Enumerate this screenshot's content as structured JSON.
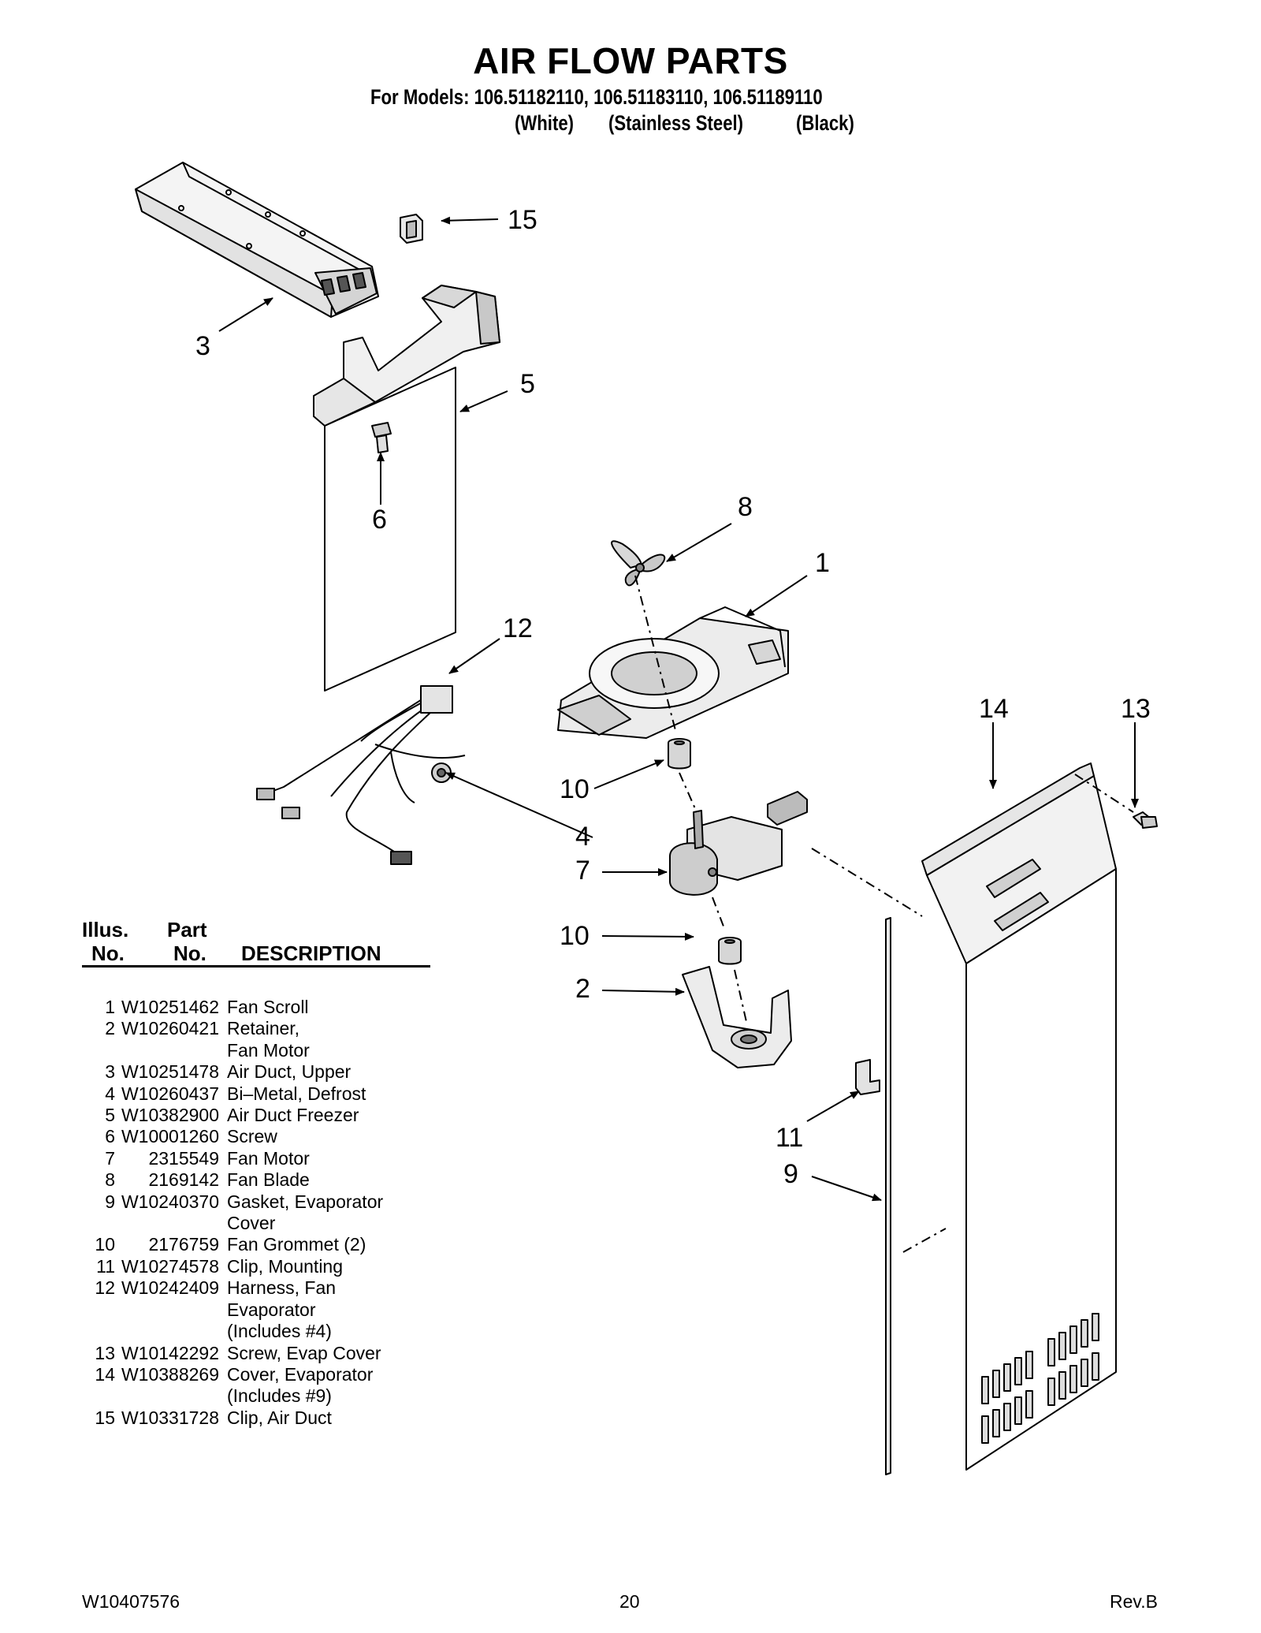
{
  "title": "AIR FLOW PARTS",
  "subtitle": "For Models: 106.51182110, 106.51183110, 106.51189110",
  "variants": [
    "(White)",
    "(Stainless Steel)",
    "(Black)"
  ],
  "callouts": [
    "1",
    "2",
    "3",
    "4",
    "5",
    "6",
    "7",
    "8",
    "9",
    "10",
    "10",
    "11",
    "12",
    "13",
    "14",
    "15"
  ],
  "table": {
    "headers": {
      "illus_top": "Illus.",
      "illus_bottom": "No.",
      "part_top": "Part",
      "part_bottom": "No.",
      "description": "DESCRIPTION"
    },
    "rows": [
      {
        "no": "1",
        "part": "W10251462",
        "desc": [
          "Fan Scroll"
        ]
      },
      {
        "no": "2",
        "part": "W10260421",
        "desc": [
          "Retainer,",
          "Fan Motor"
        ]
      },
      {
        "no": "3",
        "part": "W10251478",
        "desc": [
          "Air Duct, Upper"
        ]
      },
      {
        "no": "4",
        "part": "W10260437",
        "desc": [
          "Bi–Metal, Defrost"
        ]
      },
      {
        "no": "5",
        "part": "W10382900",
        "desc": [
          "Air Duct Freezer"
        ]
      },
      {
        "no": "6",
        "part": "W10001260",
        "desc": [
          "Screw"
        ]
      },
      {
        "no": "7",
        "part": "2315549",
        "desc": [
          "Fan Motor"
        ]
      },
      {
        "no": "8",
        "part": "2169142",
        "desc": [
          "Fan Blade"
        ]
      },
      {
        "no": "9",
        "part": "W10240370",
        "desc": [
          "Gasket, Evaporator",
          "Cover"
        ]
      },
      {
        "no": "10",
        "part": "2176759",
        "desc": [
          "Fan Grommet (2)"
        ]
      },
      {
        "no": "11",
        "part": "W10274578",
        "desc": [
          "Clip, Mounting"
        ]
      },
      {
        "no": "12",
        "part": "W10242409",
        "desc": [
          "Harness, Fan",
          "Evaporator",
          "(Includes #4)"
        ]
      },
      {
        "no": "13",
        "part": "W10142292",
        "desc": [
          "Screw, Evap Cover"
        ]
      },
      {
        "no": "14",
        "part": "W10388269",
        "desc": [
          "Cover, Evaporator",
          "(Includes #9)"
        ]
      },
      {
        "no": "15",
        "part": "W10331728",
        "desc": [
          "Clip, Air Duct"
        ]
      }
    ]
  },
  "footer": {
    "doc_number": "W10407576",
    "page": "20",
    "revision": "Rev.B"
  }
}
